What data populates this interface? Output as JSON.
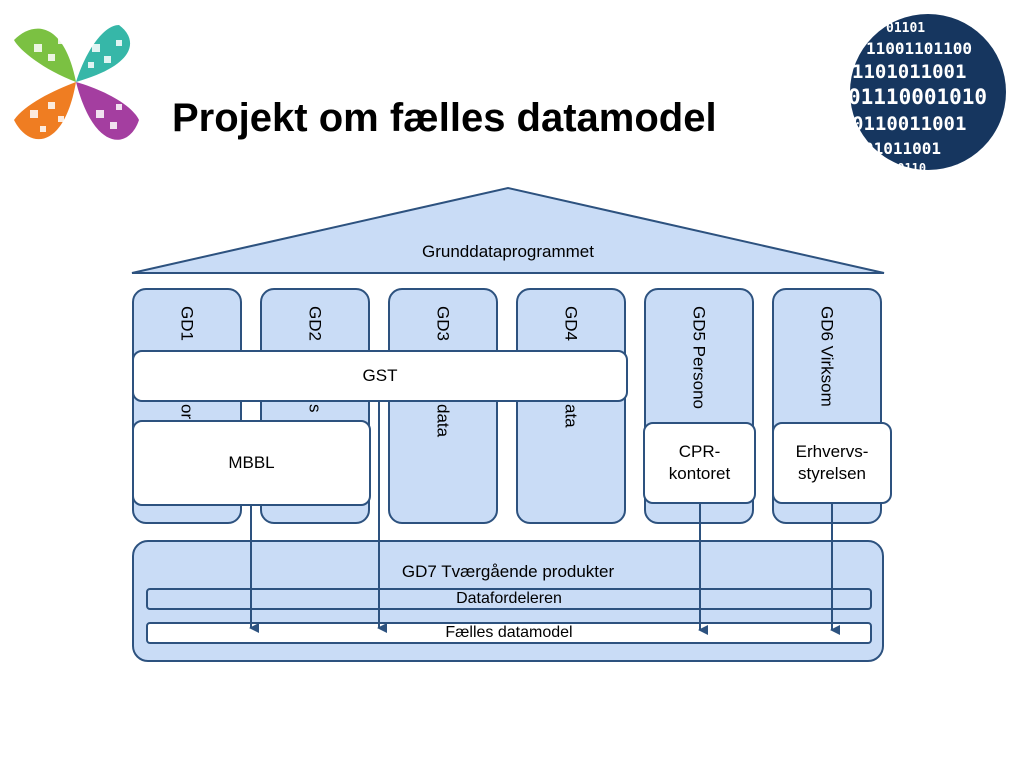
{
  "title": "Projekt om fælles datamodel",
  "roof": {
    "label": "Grunddataprogrammet"
  },
  "pillars": [
    {
      "label": "GD1",
      "fragment": "or"
    },
    {
      "label": "GD2",
      "fragment": "s"
    },
    {
      "label": "GD3",
      "fragment": "data"
    },
    {
      "label": "GD4",
      "fragment": "ata"
    },
    {
      "label": "GD5 Persono"
    },
    {
      "label": "GD6 Virksom"
    }
  ],
  "organizations": {
    "gst": "GST",
    "mbbl": "MBBL",
    "cpr": "CPR-\nkontoret",
    "erhverv": "Erhvervs-\nstyrelsen"
  },
  "base": {
    "label": "GD7 Tværgående produkter",
    "datafordeler": "Datafordeleren",
    "datamodel": "Fælles datamodel"
  },
  "colors": {
    "fill": "#c9dcf6",
    "stroke": "#2d527f",
    "globe": "#16365f"
  },
  "icons": {
    "left_logo": "grunddata-logo-icon",
    "right_logo": "binary-globe-icon"
  }
}
